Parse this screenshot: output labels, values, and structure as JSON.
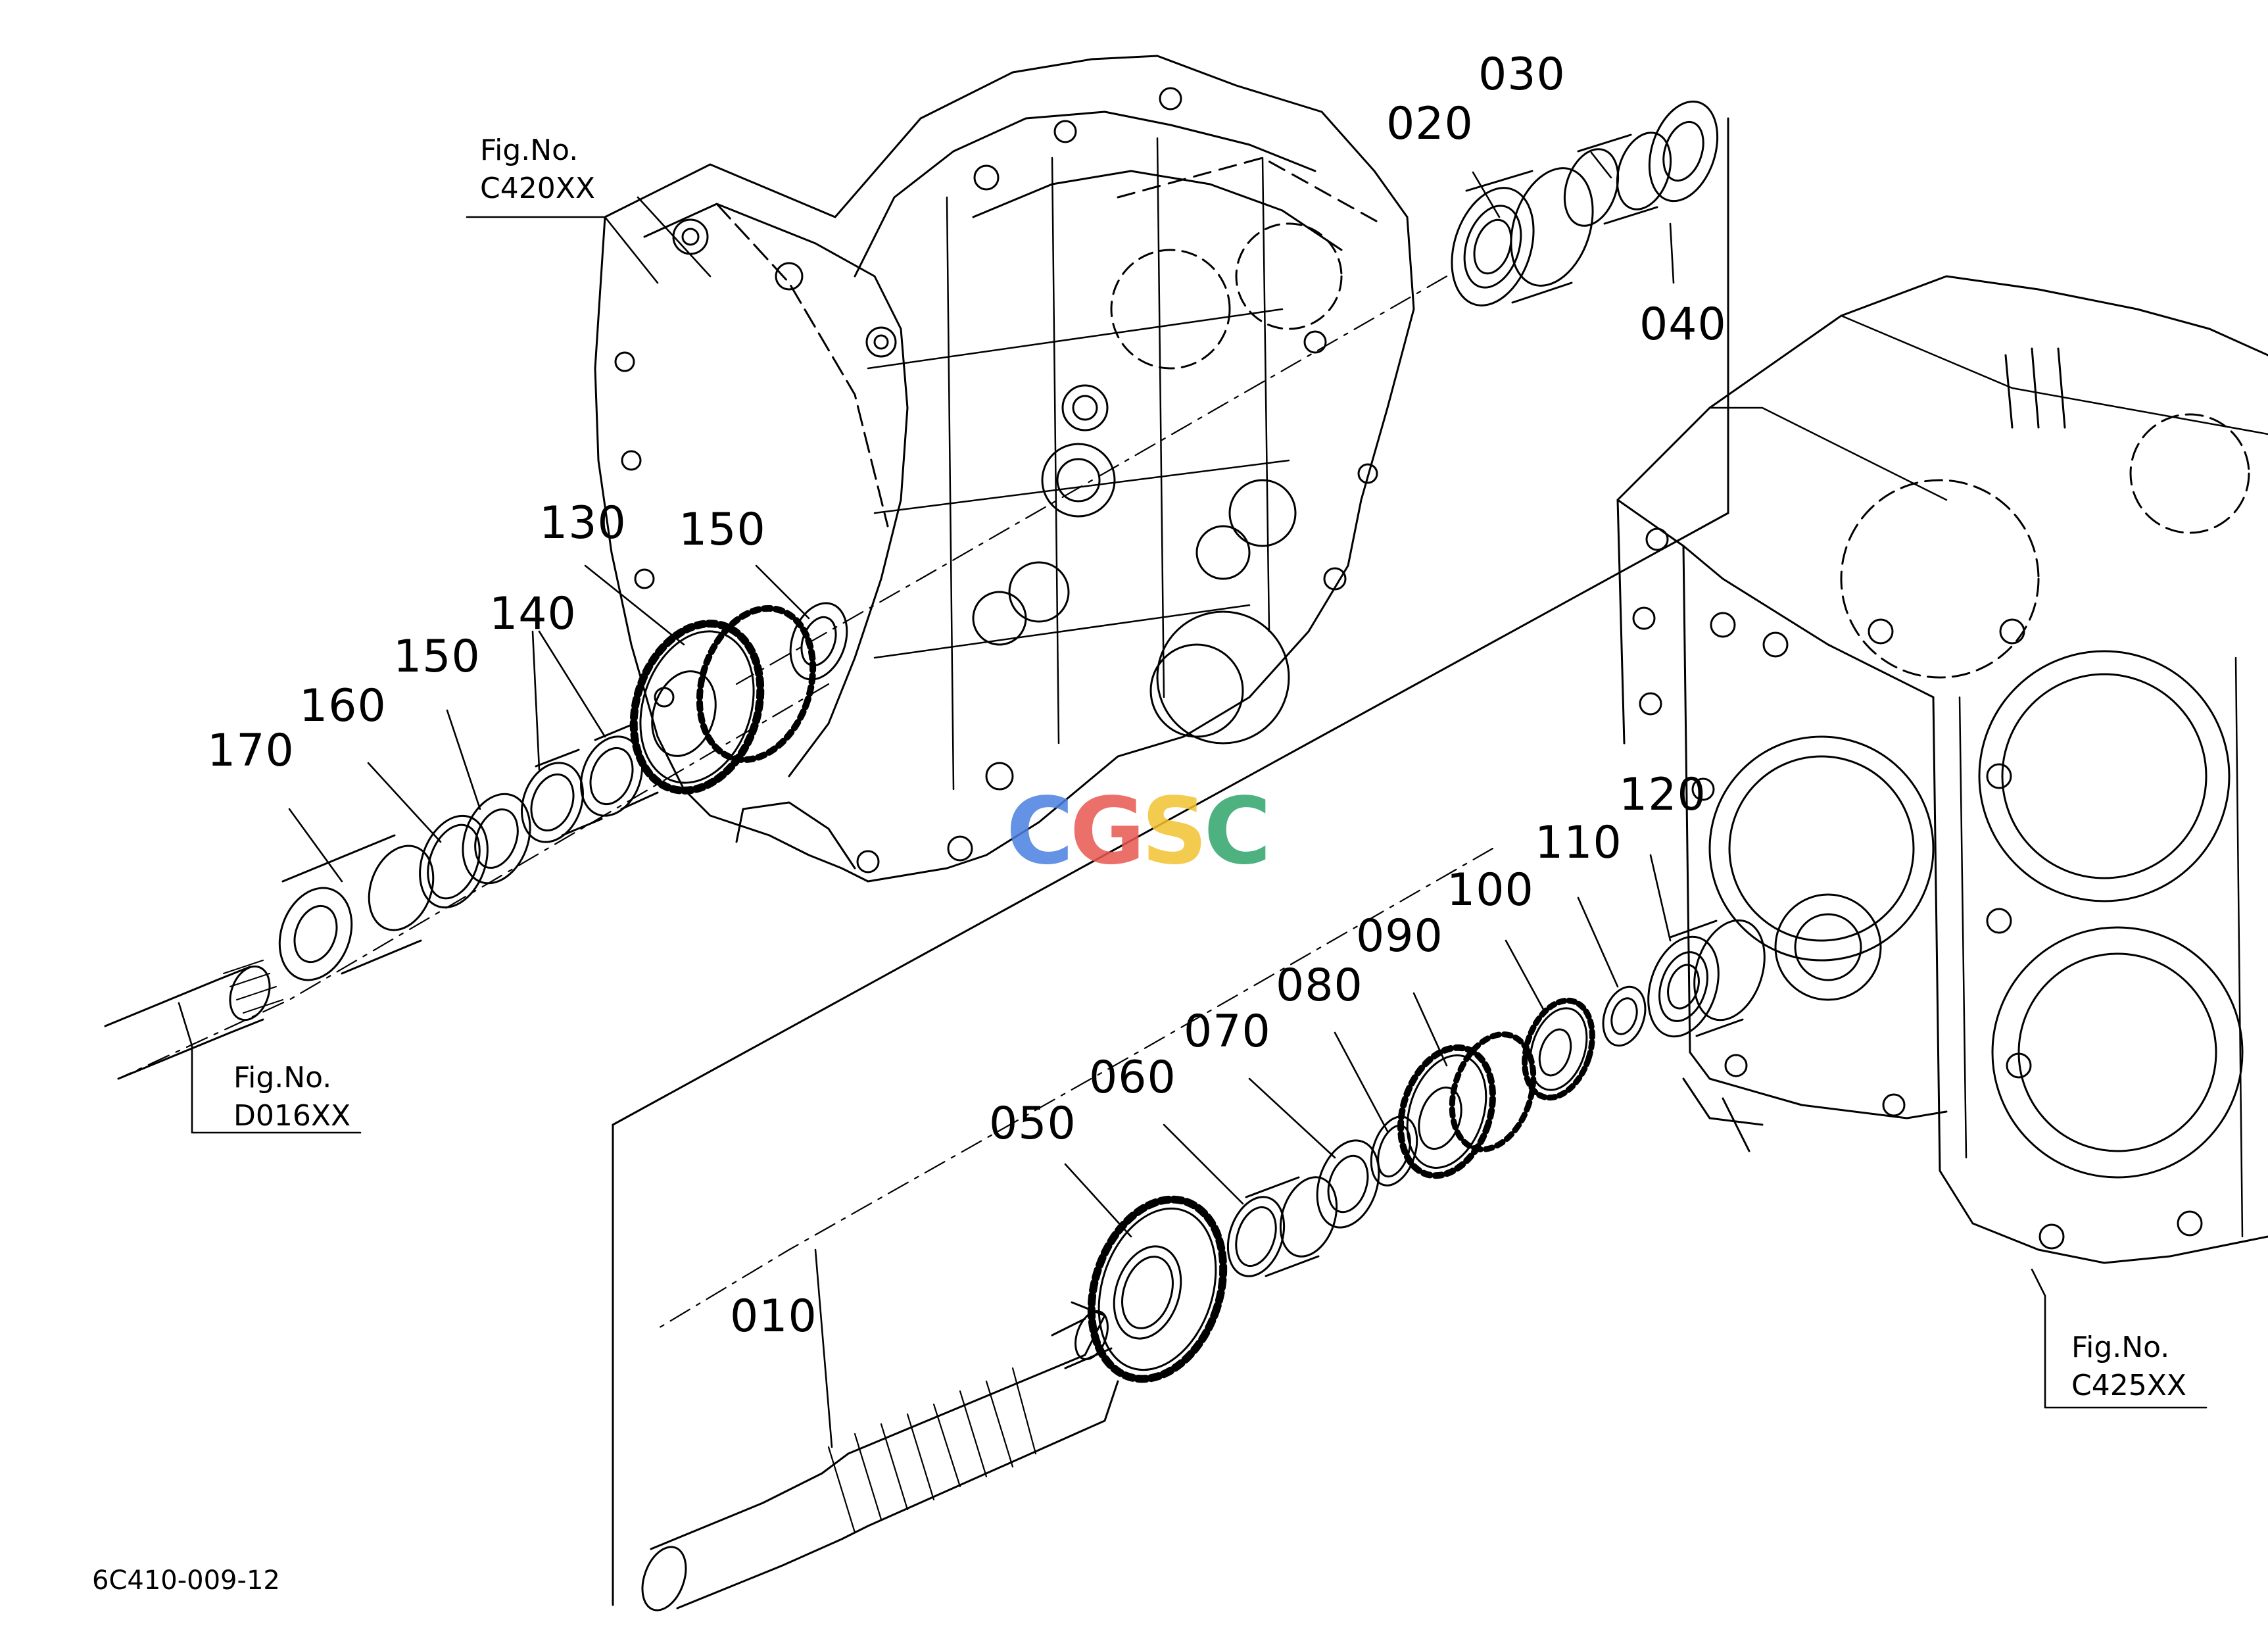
{
  "drawing_code": "6C410-009-12",
  "watermark": {
    "letters": [
      "C",
      "G",
      "S",
      "C"
    ],
    "colors": [
      "#4a7fe0",
      "#e8584f",
      "#f2c230",
      "#2fa46a"
    ]
  },
  "fig_refs": [
    {
      "id": "c420",
      "line1": "Fig.No.",
      "line2": "C420XX"
    },
    {
      "id": "d016",
      "line1": "Fig.No.",
      "line2": "D016XX"
    },
    {
      "id": "c425",
      "line1": "Fig.No.",
      "line2": "C425XX"
    }
  ],
  "parts": [
    "010",
    "020",
    "030",
    "040",
    "050",
    "060",
    "070",
    "080",
    "090",
    "100",
    "110",
    "120",
    "130",
    "140",
    "150",
    "150",
    "160",
    "170"
  ]
}
